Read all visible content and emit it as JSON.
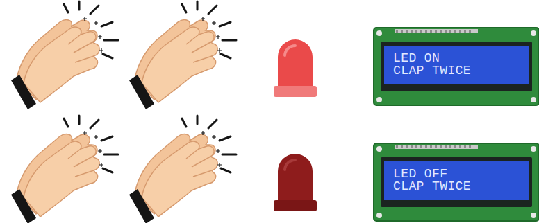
{
  "diagram": {
    "nodes": [
      {
        "text": [
          "LED ON",
          "CLAP TWICE"
        ]
      },
      {
        "text": [
          "LED OFF",
          "CLAP TWICE"
        ]
      }
    ]
  }
}
